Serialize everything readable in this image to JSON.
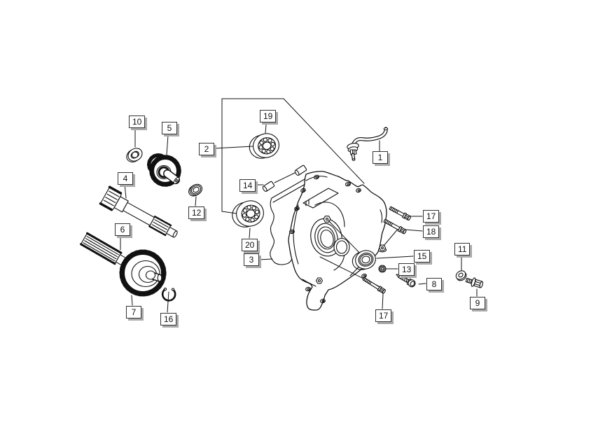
{
  "diagram": {
    "type": "exploded-parts-diagram",
    "background_color": "#ffffff",
    "line_color": "#111111",
    "callout_box_color": "#ffffff",
    "callout_border_color": "#333333",
    "callout_shadow_color": "#aaaaaa",
    "callouts": {
      "c1": "1",
      "c2": "2",
      "c3": "3",
      "c4": "4",
      "c5": "5",
      "c6": "6",
      "c7": "7",
      "c8": "8",
      "c9": "9",
      "c10": "10",
      "c11": "11",
      "c12": "12",
      "c13": "13",
      "c14": "14",
      "c15": "15",
      "c16": "16",
      "c17a": "17",
      "c17b": "17",
      "c18": "18",
      "c19": "19",
      "c20": "20"
    },
    "parts": [
      {
        "callout": "1",
        "part": "breather-pipe"
      },
      {
        "callout": "2",
        "part": "bearing-set"
      },
      {
        "callout": "3",
        "part": "crankcase-cover-with-gasket"
      },
      {
        "callout": "4",
        "part": "gear-shaft"
      },
      {
        "callout": "5",
        "part": "double-gear"
      },
      {
        "callout": "6",
        "part": "drive-shaft"
      },
      {
        "callout": "7",
        "part": "gear-wheel"
      },
      {
        "callout": "8",
        "part": "self-tapping-screw"
      },
      {
        "callout": "9",
        "part": "flanged-hex-bolt"
      },
      {
        "callout": "10",
        "part": "washer"
      },
      {
        "callout": "11",
        "part": "washer"
      },
      {
        "callout": "12",
        "part": "washer"
      },
      {
        "callout": "13",
        "part": "flanged-nut"
      },
      {
        "callout": "14",
        "part": "dowel-pins"
      },
      {
        "callout": "15",
        "part": "oil-seal"
      },
      {
        "callout": "16",
        "part": "circlip"
      },
      {
        "callout": "17",
        "part": "hex-flange-bolt"
      },
      {
        "callout": "18",
        "part": "hex-flange-bolt"
      },
      {
        "callout": "19",
        "part": "ball-bearing"
      },
      {
        "callout": "20",
        "part": "ball-bearing"
      }
    ]
  }
}
